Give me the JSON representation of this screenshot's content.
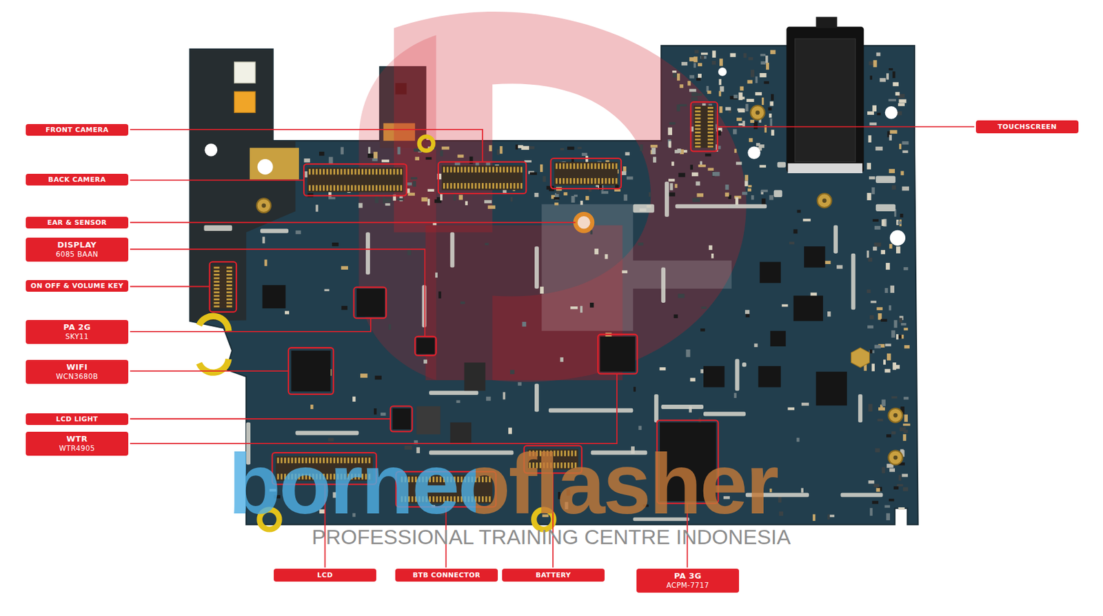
{
  "diagram": {
    "nodes": [
      {
        "text": [
          "FRONT CAMERA"
        ]
      },
      {
        "text": [
          "TOUCHSCREEN"
        ]
      },
      {
        "text": [
          "BACK CAMERA"
        ]
      },
      {
        "text": [
          "EAR & SENSOR"
        ]
      },
      {
        "text": [
          "DISPLAY",
          "6085 BAAN"
        ]
      },
      {
        "text": [
          "ON OFF & VOLUME KEY"
        ]
      },
      {
        "text": [
          "PA 2G",
          "SKY11"
        ]
      },
      {
        "text": [
          "WIFI",
          "WCN3680B"
        ]
      },
      {
        "text": [
          "LCD LIGHT"
        ]
      },
      {
        "text": [
          "WTR",
          "WTR4905"
        ]
      },
      {
        "text": [
          "LCD"
        ]
      },
      {
        "text": [
          "BTB CONNECTOR"
        ]
      },
      {
        "text": [
          "BATTERY"
        ]
      },
      {
        "text": [
          "PA 3G",
          "ACPM-7717"
        ]
      }
    ],
    "labels": [
      "borneoflasher",
      "PROFESSIONAL TRAINING CENTRE INDONESIA"
    ]
  }
}
